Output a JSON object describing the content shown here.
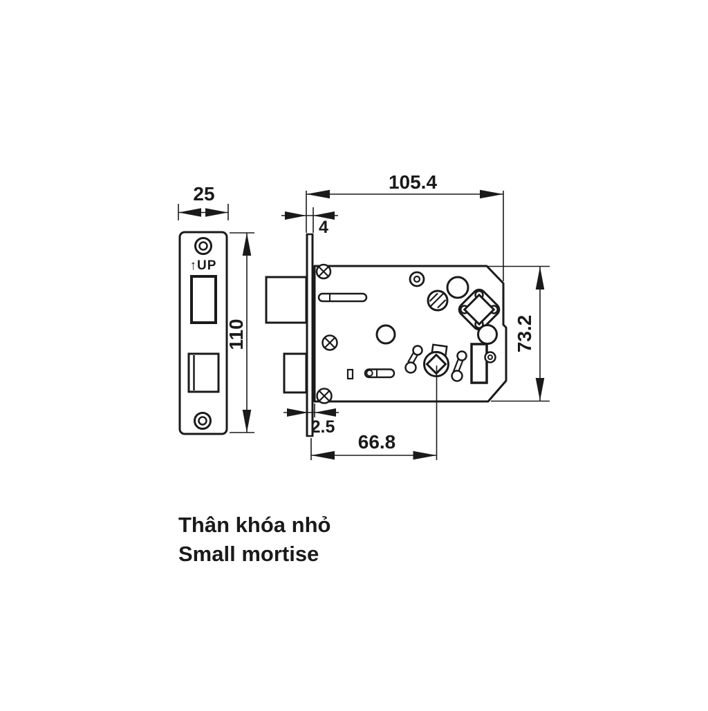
{
  "drawing": {
    "caption": {
      "line1": "Thân khóa nhỏ",
      "line2": "Small mortise"
    },
    "faceplate": {
      "marking": "↑UP"
    },
    "dims": {
      "faceplate_width": "25",
      "faceplate_height": "110",
      "body_length": "105.4",
      "faceplate_thickness": "4",
      "plate_to_body_offset": "2.5",
      "backset": "66.8",
      "body_height": "73.2"
    },
    "colors": {
      "line": "#1a1a1a",
      "background": "#ffffff"
    }
  }
}
